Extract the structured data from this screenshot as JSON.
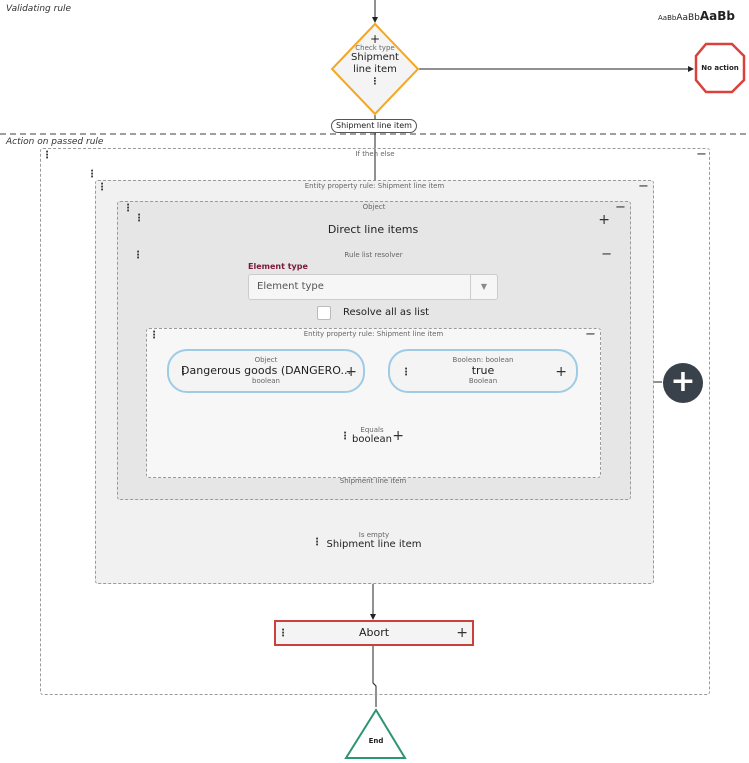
{
  "sections": {
    "validating_label": "Validating rule",
    "passed_label": "Action on passed rule"
  },
  "font_size_picker": [
    "AaBb",
    "AaBb",
    "AaBb"
  ],
  "check_type": {
    "caption": "Check type",
    "line1": "Shipment",
    "line2": "line item",
    "output": "Shipment line item"
  },
  "no_action": {
    "label": "No action"
  },
  "if_then_else": {
    "title": "If then else"
  },
  "entity_rule_outer": {
    "title": "Entity property rule: Shipment line item"
  },
  "object_box": {
    "title": "Object",
    "direct_label": "Direct line items"
  },
  "rule_list_resolver": {
    "title": "Rule list resolver",
    "element_type_label": "Element type",
    "element_type_placeholder": "Element type",
    "resolve_all_label": "Resolve all as list",
    "output": "Shipment line item"
  },
  "entity_rule_inner": {
    "title": "Entity property rule: Shipment line item"
  },
  "object_pill": {
    "caption": "Object",
    "value": "Dangerous goods (DANGERO...",
    "type": "boolean"
  },
  "boolean_pill": {
    "caption": "Boolean: boolean",
    "value": "true",
    "type": "Boolean"
  },
  "equals_node": {
    "caption": "Equals",
    "value": "boolean"
  },
  "is_empty_node": {
    "caption": "Is empty",
    "value": "Shipment line item"
  },
  "abort_node": {
    "label": "Abort"
  },
  "end_node": {
    "label": "End"
  },
  "colors": {
    "check_type_border": "#f5a623",
    "no_action_border": "#d9423c",
    "resolver_border": "#4aa8dc",
    "hex_border": "#3a3f44",
    "abort_border": "#c9413a",
    "end_border": "#2e9473",
    "add_button": "#39414a"
  },
  "icons": {
    "add": "plus-circle-icon",
    "menu": "vertical-dots-icon",
    "collapse": "minus-icon",
    "dropdown": "chevron-down-icon"
  }
}
